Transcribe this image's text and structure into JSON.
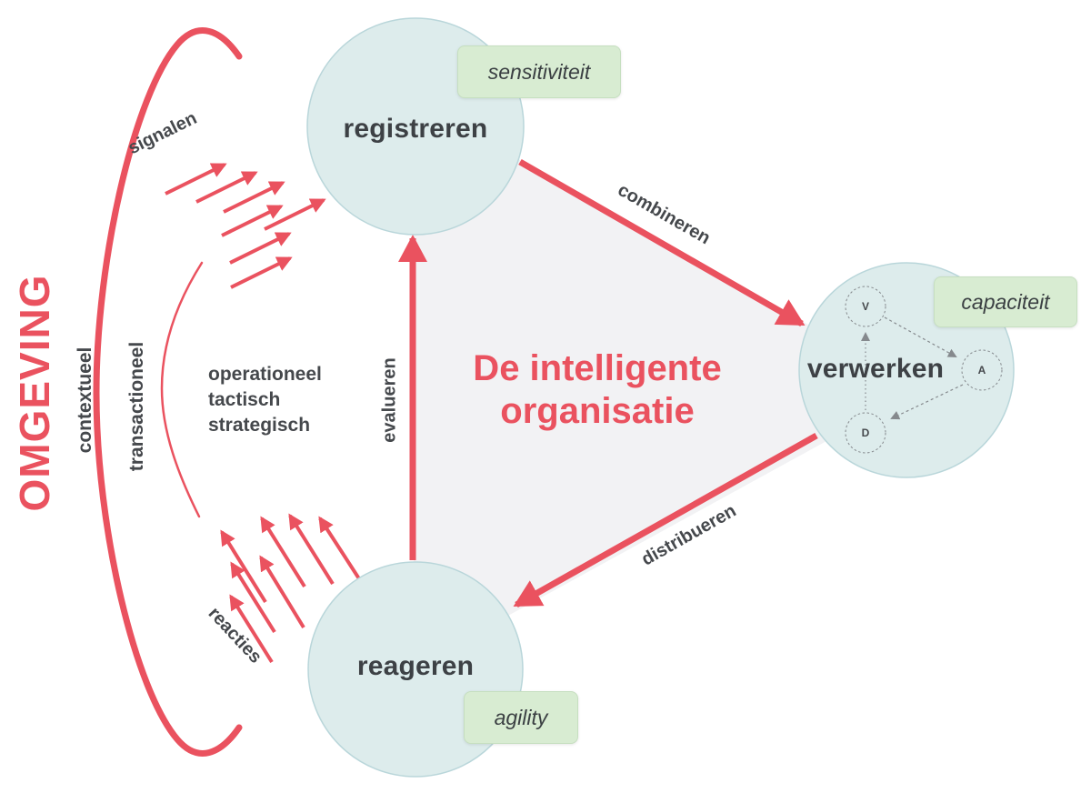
{
  "colors": {
    "accent_red": "#ea525f",
    "circle_fill": "#ddecec",
    "circle_border": "#b9d6da",
    "badge_fill": "#d8ecd2",
    "badge_border": "#c6dfc0",
    "triangle_fill": "#f2f2f4",
    "text_dark": "#45484c",
    "subnetwork_gray": "#85898d"
  },
  "environment": {
    "label": "OMGEVING",
    "outer_layer": "contextueel",
    "inner_layer": "transactioneel",
    "signals": "signalen",
    "reactions": "reacties",
    "levels": [
      "operationeel",
      "tactisch",
      "strategisch"
    ]
  },
  "title": {
    "line1": "De intelligente",
    "line2": "organisatie"
  },
  "nodes": {
    "register": {
      "label": "registreren",
      "badge": "sensitiviteit"
    },
    "process": {
      "label": "verwerken",
      "badge": "capaciteit",
      "sub_nodes": [
        "V",
        "A",
        "D"
      ]
    },
    "react": {
      "label": "reageren",
      "badge": "agility"
    }
  },
  "flows": {
    "combine": "combineren",
    "distribute": "distribueren",
    "evaluate": "evalueren"
  }
}
